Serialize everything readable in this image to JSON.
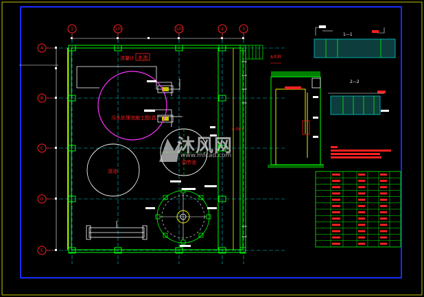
{
  "axes": {
    "columns": [
      "1",
      "1/0",
      "1/0",
      "2",
      "3"
    ],
    "rows": [
      "A",
      "B",
      "C",
      "D",
      "E"
    ]
  },
  "labels": {
    "title_tag": "流量计",
    "title_box": "水池",
    "circle_big": "污水处理池施工图(具)",
    "circle_left": "消池",
    "circle_right": "调节池",
    "section_1": "1—1",
    "section_2": "2—2",
    "detail": "A大样",
    "elev": "4.0m"
  },
  "watermark": {
    "brand": "沐风网",
    "url": "www.mfcad.com"
  },
  "colors": {
    "frame": "#c8c800",
    "inner_frame": "#1a2bff",
    "wall": "#00ff00",
    "axis": "#00ffff",
    "circle_big": "#ff33ff",
    "text_red": "#ff2020",
    "white": "#ffffff"
  },
  "legend_table": {
    "rows": 12,
    "cols": 7
  }
}
